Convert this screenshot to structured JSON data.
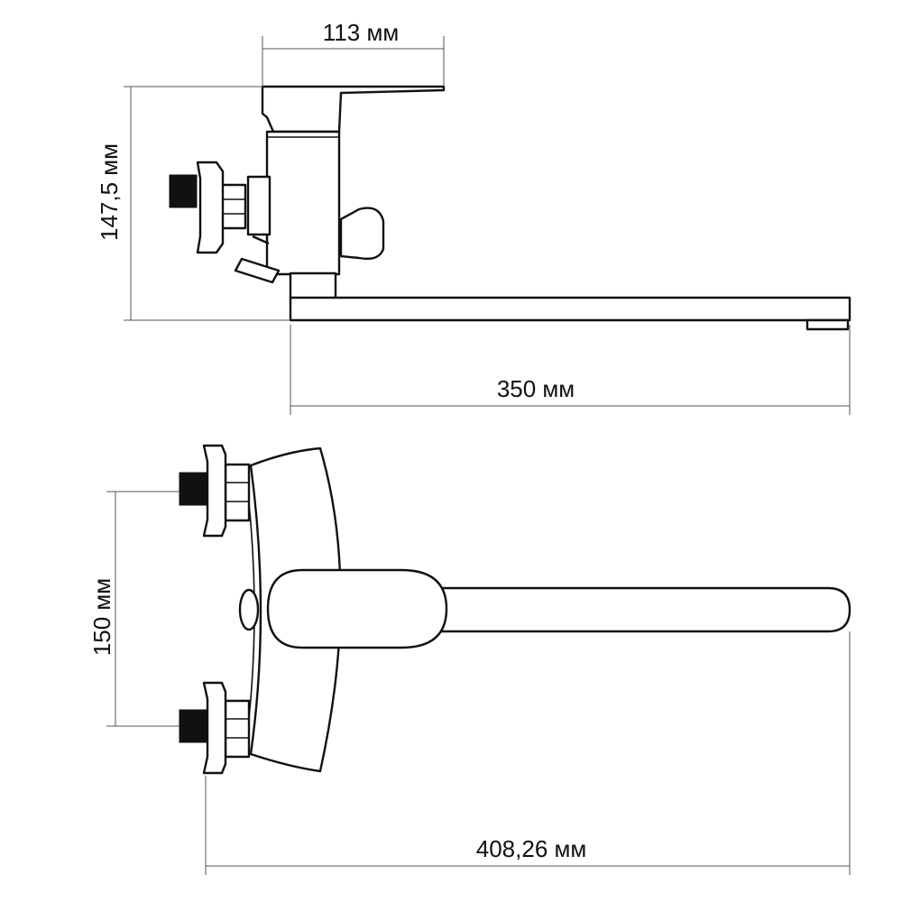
{
  "dimensions": {
    "top_width": "113 мм",
    "height": "147,5 мм",
    "spout_length": "350 мм",
    "inlet_spacing": "150 мм",
    "total_length": "408,26 мм"
  },
  "colors": {
    "line": "#111111",
    "dimension": "#555555",
    "background": "#ffffff"
  }
}
